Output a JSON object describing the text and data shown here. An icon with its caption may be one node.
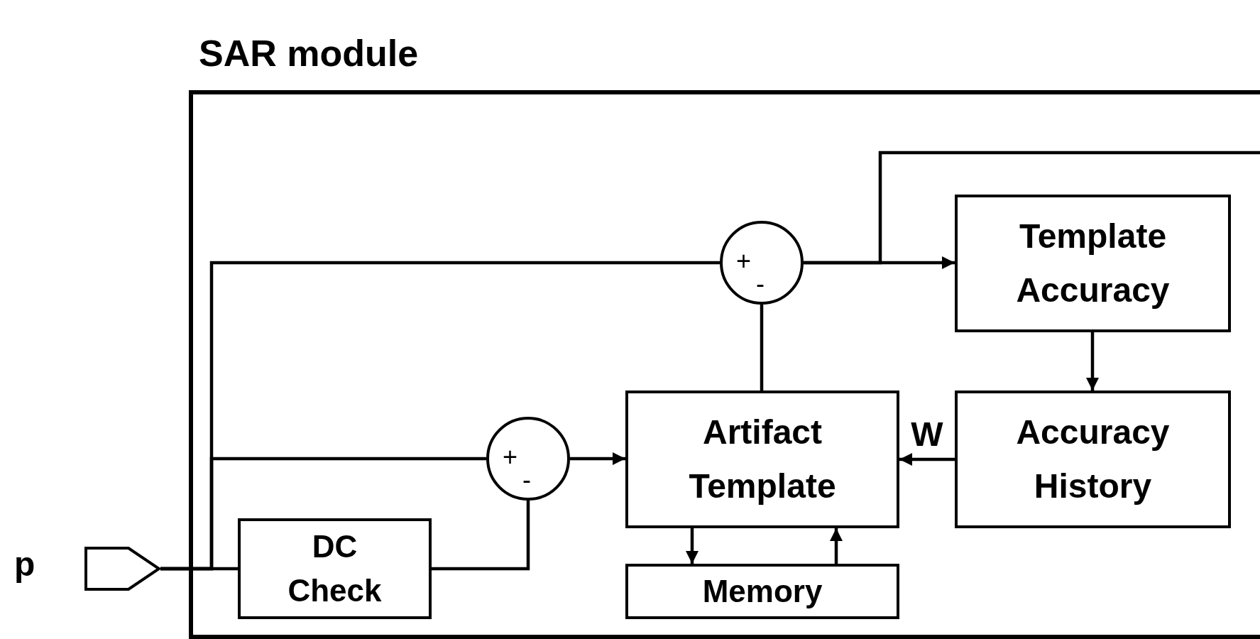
{
  "diagram": {
    "nodes": [
      {
        "text": [
          "SAR module"
        ]
      },
      {
        "text": [
          "Template Accuracy"
        ],
        "in": 0
      },
      {
        "text": [
          "+",
          "-"
        ],
        "in": 0
      },
      {
        "text": [
          "Artifact Template"
        ],
        "in": 0
      },
      {
        "text": [
          "Accuracy History"
        ],
        "in": 0
      },
      {
        "text": [
          "+",
          "-"
        ],
        "in": 0
      },
      {
        "text": [
          "DC Check"
        ],
        "in": 0
      },
      {
        "text": [
          "Memory"
        ],
        "in": 0
      },
      {
        "text": [],
        "shape": "pentagon",
        "beside": [
          "p"
        ]
      }
    ],
    "edges": [
      {
        "from": 8,
        "to": 6,
        "arrow": "none"
      },
      {
        "from": 8,
        "to": 5,
        "arrow": "none"
      },
      {
        "from": 8,
        "to": 2,
        "arrow": "none"
      },
      {
        "from": 6,
        "to": 5,
        "arrow": "none"
      },
      {
        "from": 5,
        "to": 3,
        "arrow": "to"
      },
      {
        "from": 3,
        "to": 2,
        "arrow": "none"
      },
      {
        "from": 2,
        "to": 1,
        "arrow": "to"
      },
      {
        "from": 2,
        "to": null,
        "arrow": "none"
      },
      {
        "from": 1,
        "to": 4,
        "arrow": "to"
      },
      {
        "from": 4,
        "to": 3,
        "arrow": "to",
        "label": "W"
      },
      {
        "from": 3,
        "to": 7,
        "arrow": "to"
      },
      {
        "from": 7,
        "to": 3,
        "arrow": "to"
      }
    ]
  }
}
